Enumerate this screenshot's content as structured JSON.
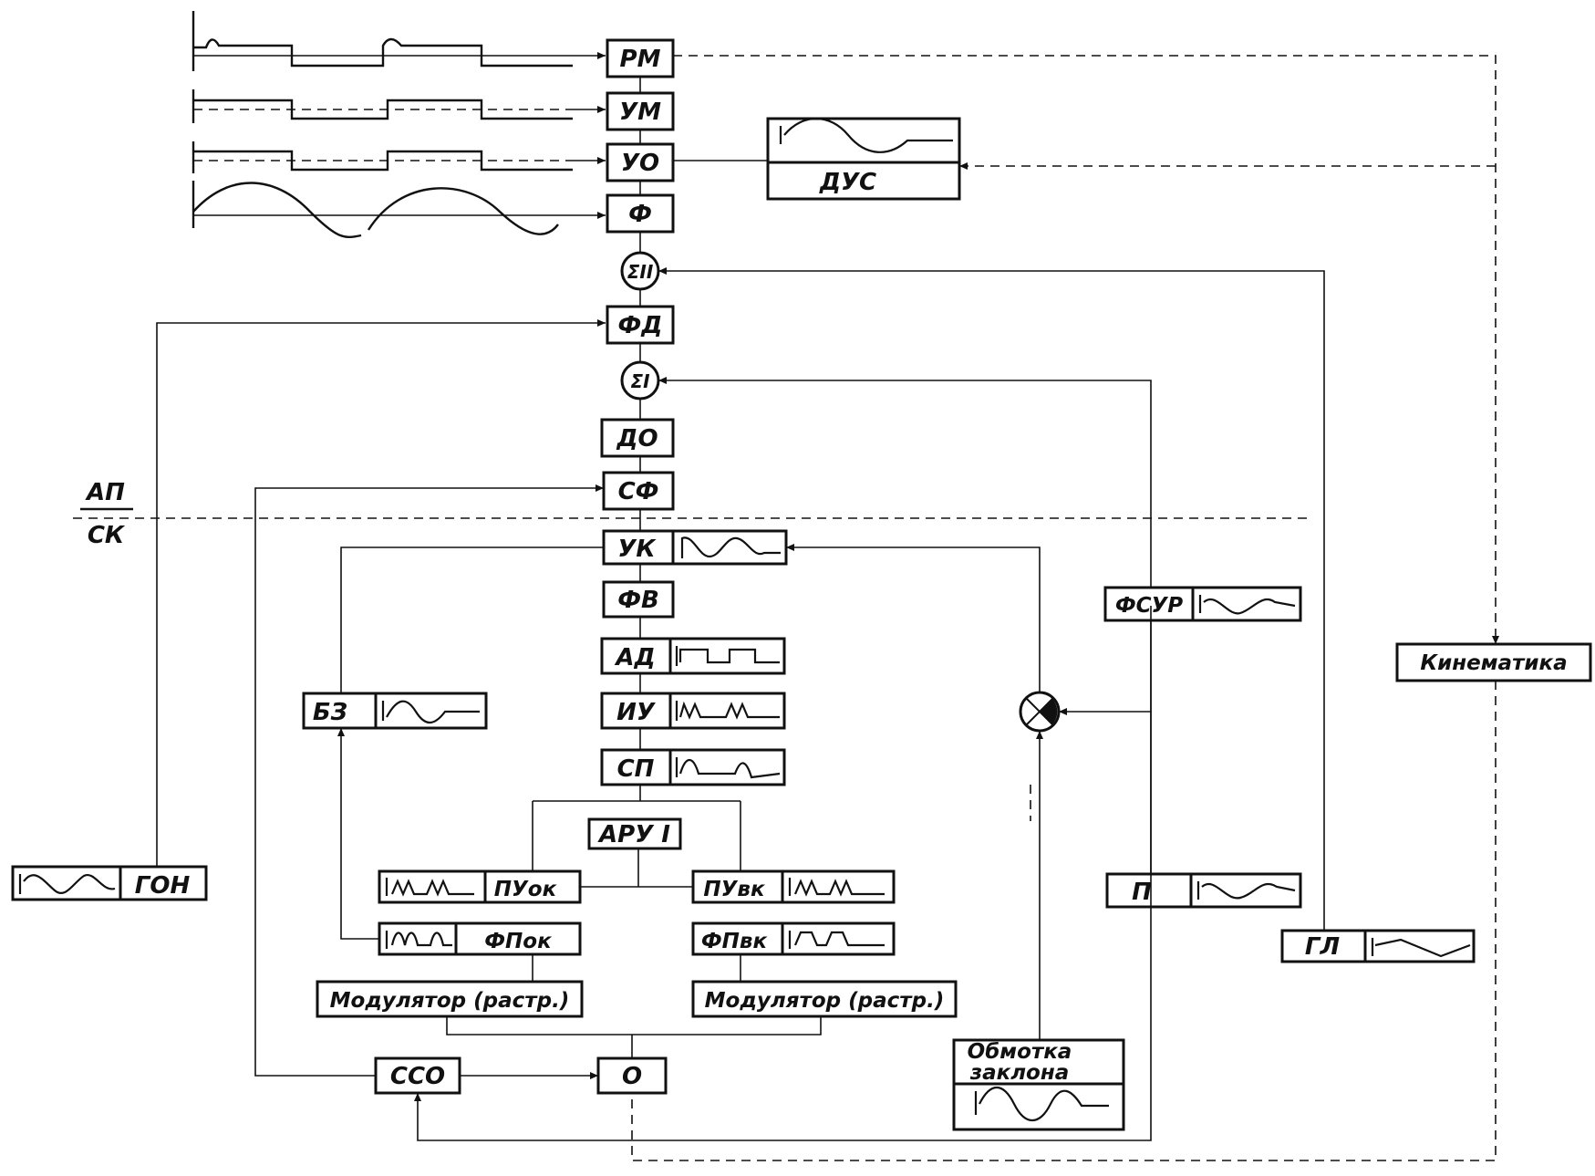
{
  "blocks": {
    "rm": "РМ",
    "um": "УМ",
    "uo": "УО",
    "f": "Ф",
    "sum2": "ΣII",
    "fd": "ФД",
    "sum1": "ΣI",
    "do": "ДО",
    "sf": "СФ",
    "uk": "УК",
    "fv": "ФВ",
    "ad": "АД",
    "iu": "ИУ",
    "sp": "СП",
    "aru": "АРУ I",
    "pu_ok": "ПУок",
    "fp_ok": "ФПок",
    "pu_vk": "ПУвк",
    "fp_vk": "ФПвк",
    "mod_left": "Модулятор (растр.)",
    "mod_right": "Модулятор (растр.)",
    "sso": "ССО",
    "o": "О",
    "bz": "БЗ",
    "gon": "ГОН",
    "dus": "ДУС",
    "fsur": "ФСУР",
    "p": "П",
    "gl": "ГЛ",
    "kinematika": "Кинематика",
    "obmotka_line1": "Обмотка",
    "obmotka_line2": "заклона"
  },
  "side_labels": {
    "ap": "АП",
    "sk": "СК"
  }
}
